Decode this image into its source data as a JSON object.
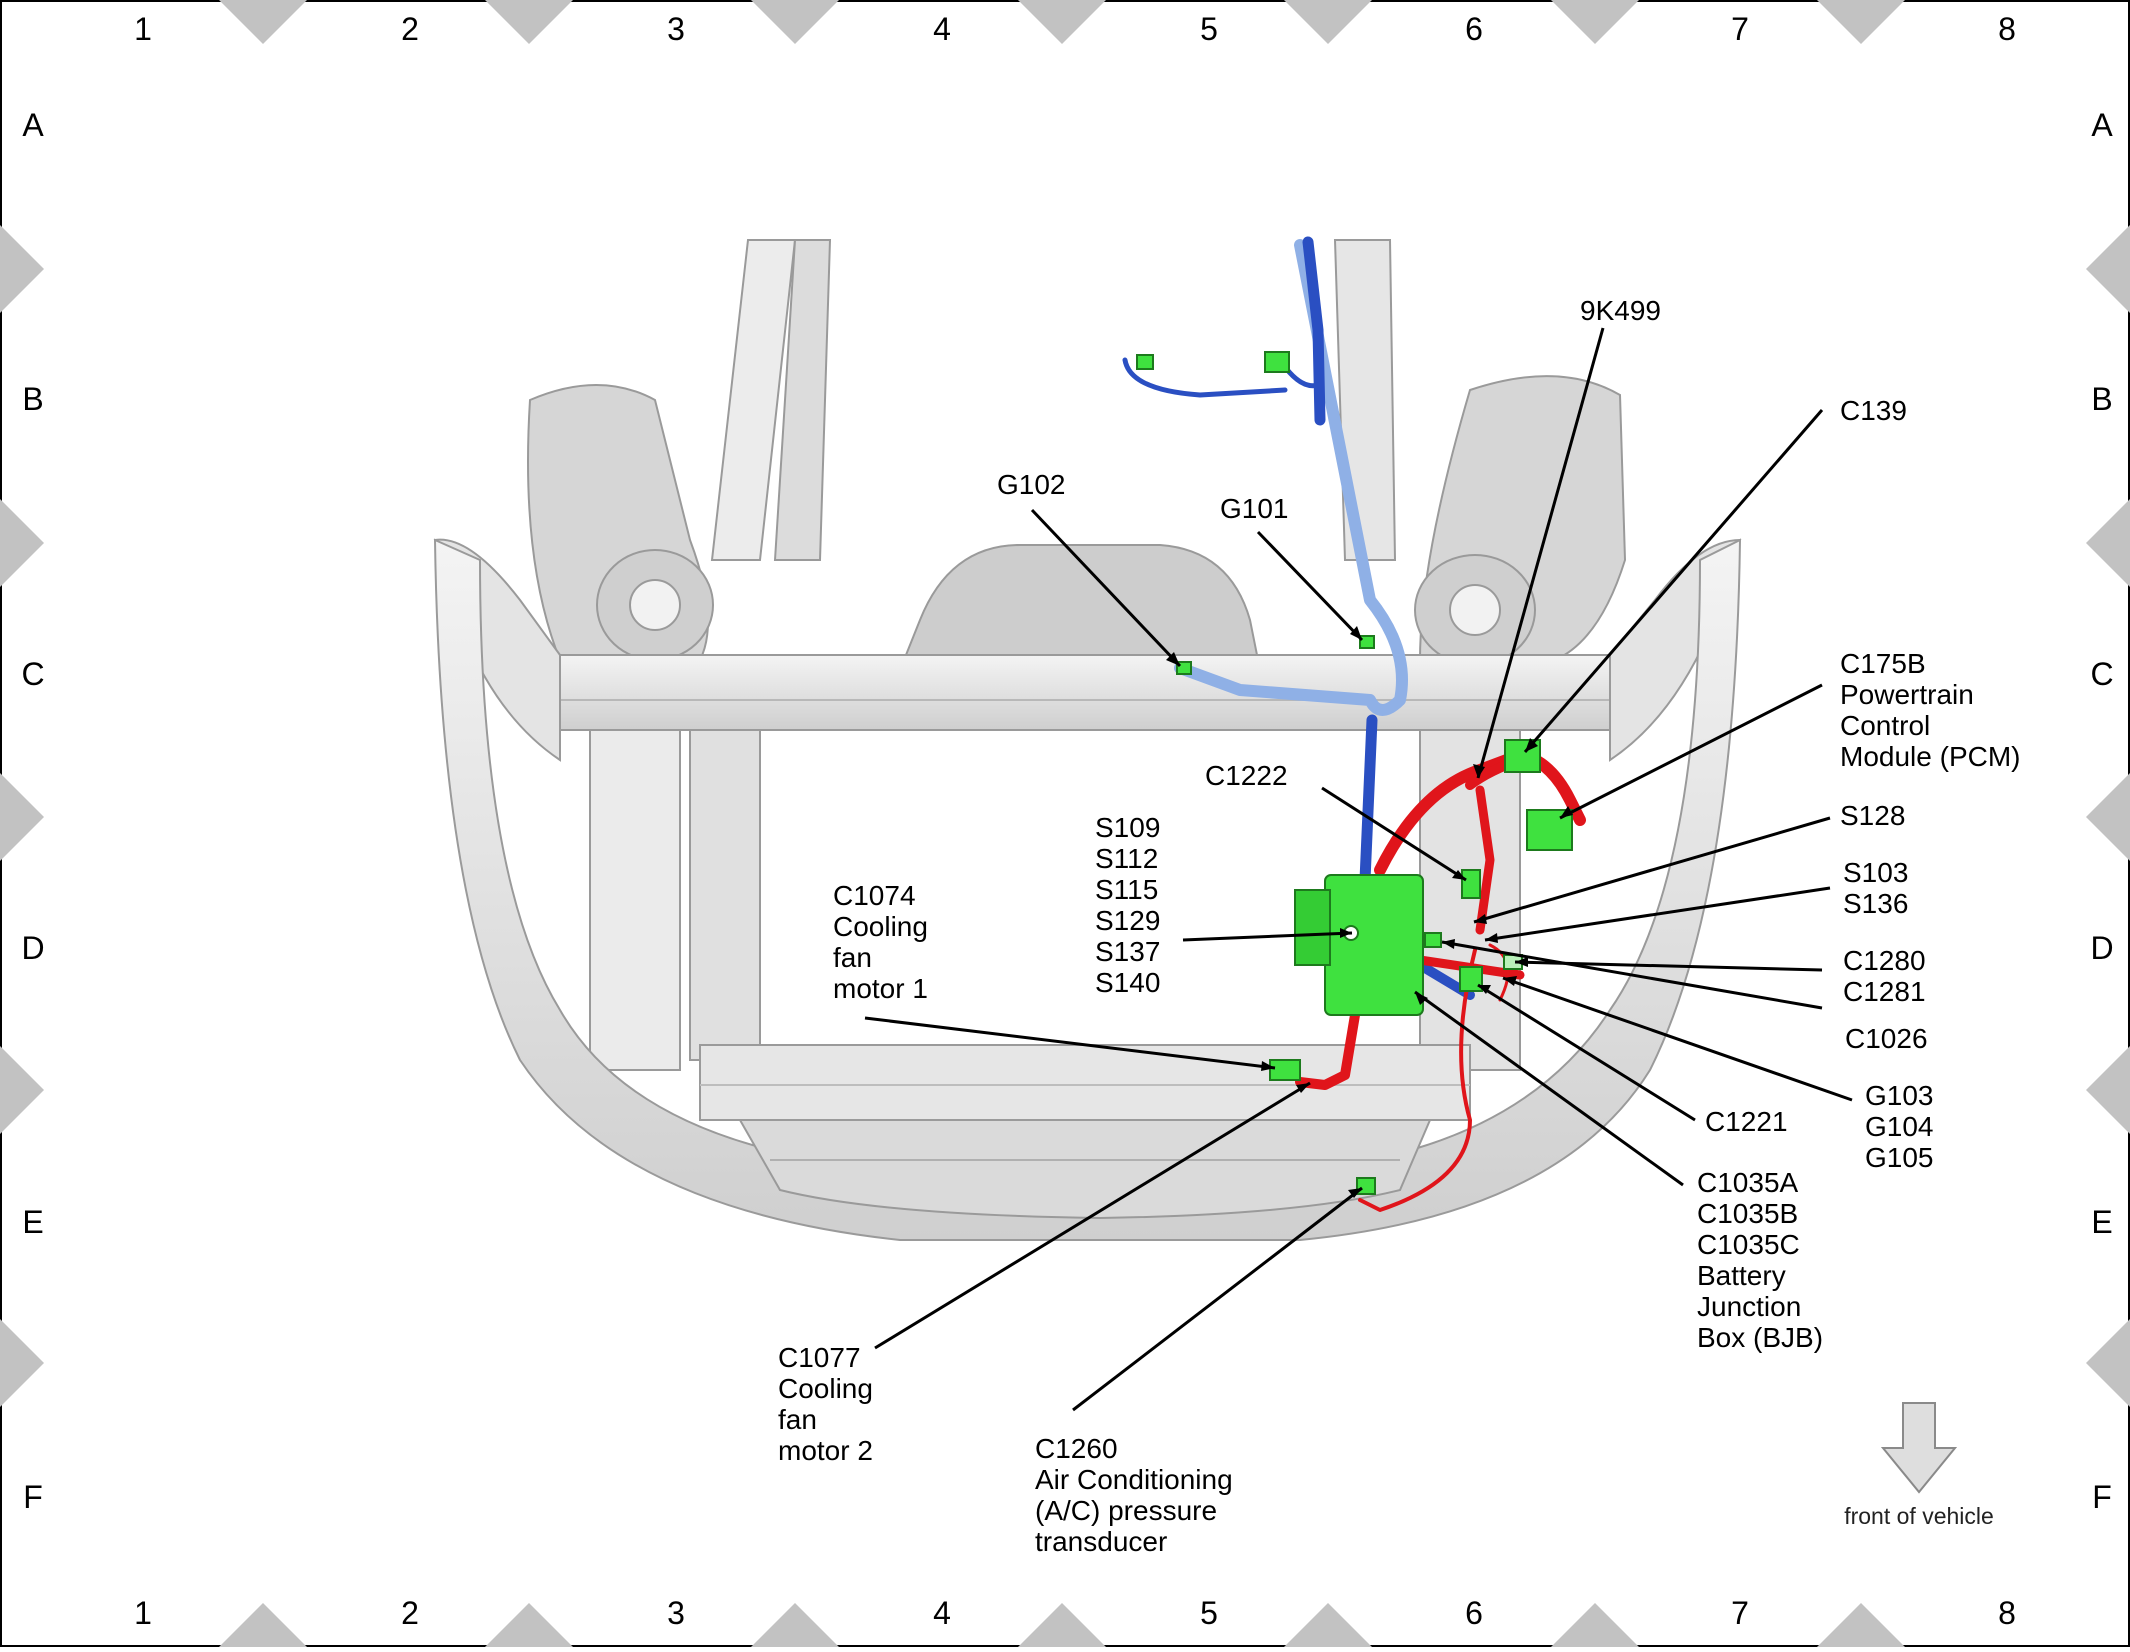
{
  "grid": {
    "columns": [
      "1",
      "2",
      "3",
      "4",
      "5",
      "6",
      "7",
      "8"
    ],
    "rows": [
      "A",
      "B",
      "C",
      "D",
      "E",
      "F"
    ]
  },
  "labels": {
    "k9499": [
      "9K499"
    ],
    "c139": [
      "C139"
    ],
    "g102": [
      "G102"
    ],
    "g101": [
      "G101"
    ],
    "c175b": [
      "C175B",
      "Powertrain",
      "Control",
      "Module (PCM)"
    ],
    "c1222": [
      "C1222"
    ],
    "s128": [
      "S128"
    ],
    "splices": [
      "S109",
      "S112",
      "S115",
      "S129",
      "S137",
      "S140"
    ],
    "s103": [
      "S103",
      "S136"
    ],
    "c1074": [
      "C1074",
      "Cooling",
      "fan",
      "motor 1"
    ],
    "c1280": [
      "C1280",
      "C1281"
    ],
    "c1026": [
      "C1026"
    ],
    "g103": [
      "G103",
      "G104",
      "G105"
    ],
    "c1221": [
      "C1221"
    ],
    "c1035": [
      "C1035A",
      "C1035B",
      "C1035C",
      "Battery",
      "Junction",
      "Box (BJB)"
    ],
    "c1077": [
      "C1077",
      "Cooling",
      "fan",
      "motor 2"
    ],
    "c1260": [
      "C1260",
      "Air Conditioning",
      "(A/C) pressure",
      "transducer"
    ]
  },
  "orientation": {
    "label": "front of vehicle"
  },
  "colors": {
    "harness_red": "#e0151b",
    "harness_blue": "#2a4fc2",
    "harness_light_blue": "#8fb0e6",
    "connector_green": "#3fe13f",
    "body_gray": "#d8d8d8"
  }
}
